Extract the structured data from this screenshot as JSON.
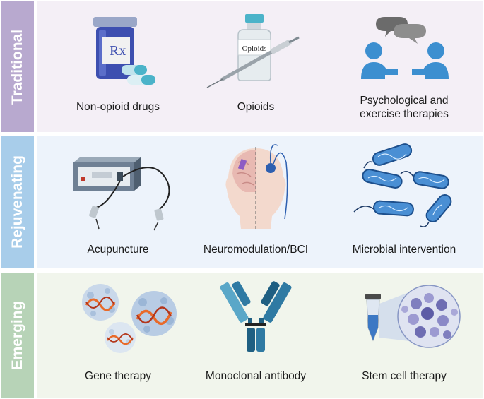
{
  "rows": [
    {
      "label": "Traditional",
      "colors": {
        "tab": "#b8a9cf",
        "panel": "#f4eff6"
      },
      "items": [
        {
          "caption": "Non-opioid drugs",
          "icon": "pill-bottle-icon"
        },
        {
          "caption": "Opioids",
          "icon": "vial-syringe-icon",
          "vial_label": "Opioids"
        },
        {
          "caption_line1": "Psychological and",
          "caption_line2": "exercise therapies",
          "icon": "therapy-conversation-icon"
        }
      ]
    },
    {
      "label": "Rejuvenating",
      "colors": {
        "tab": "#a8cdea",
        "panel": "#edf3fb"
      },
      "items": [
        {
          "caption": "Acupuncture",
          "icon": "electro-acupuncture-device-icon"
        },
        {
          "caption": "Neuromodulation/BCI",
          "icon": "head-implant-icon"
        },
        {
          "caption": "Microbial intervention",
          "icon": "bacteria-icon"
        }
      ]
    },
    {
      "label": "Emerging",
      "colors": {
        "tab": "#b7d3b7",
        "panel": "#f1f5ec"
      },
      "items": [
        {
          "caption": "Gene therapy",
          "icon": "virus-dna-icon"
        },
        {
          "caption": "Monoclonal antibody",
          "icon": "antibody-icon"
        },
        {
          "caption": "Stem cell therapy",
          "icon": "stem-cell-tube-icon"
        }
      ]
    }
  ],
  "rx_symbol": "Rx"
}
